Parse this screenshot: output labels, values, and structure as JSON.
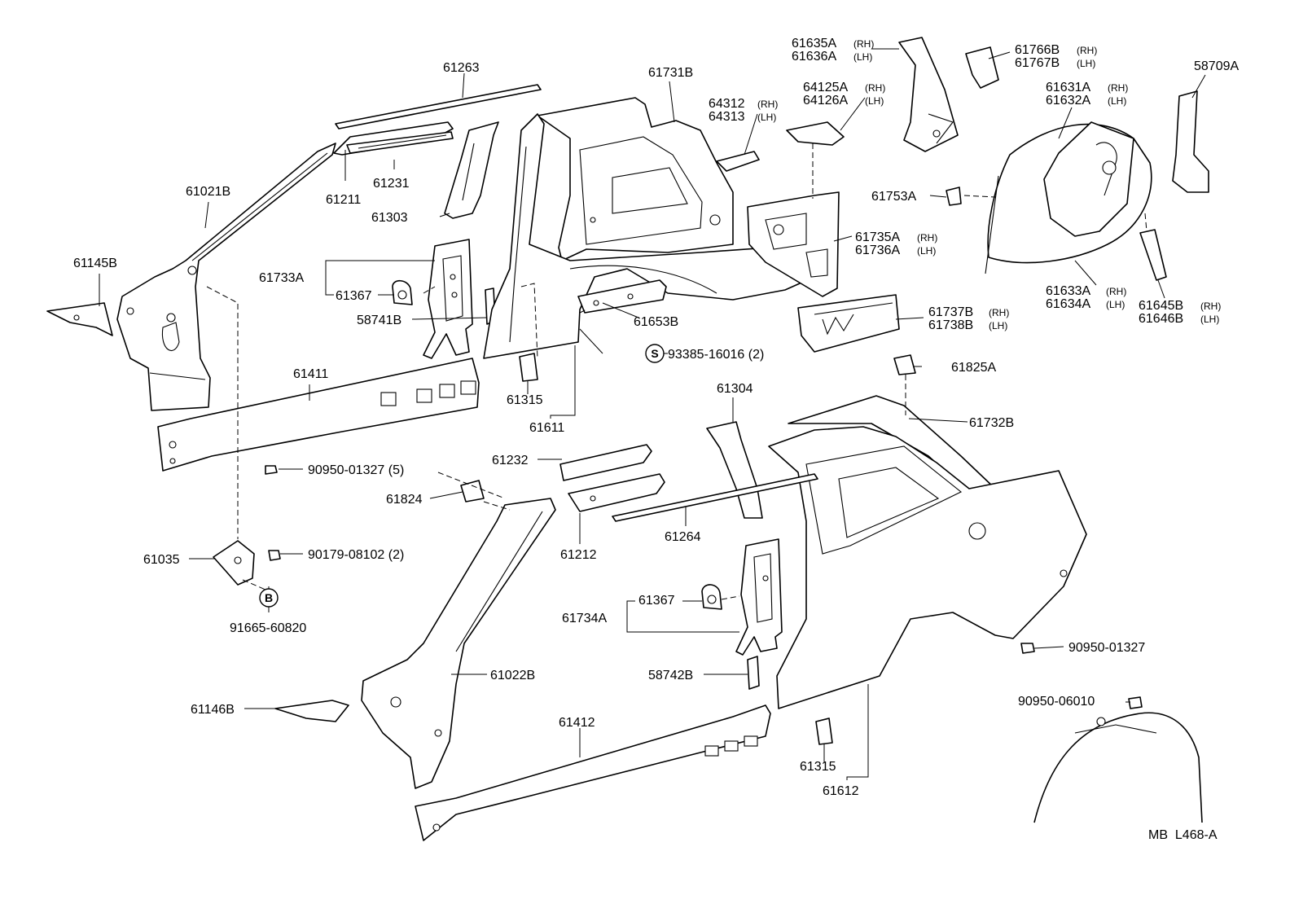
{
  "diagram": {
    "code": "MB  L468-A",
    "symbols": {
      "s": "S",
      "b": "B"
    },
    "parts": {
      "p61263": "61263",
      "p61731B": "61731B",
      "p61635A": "61635A",
      "p61636A": "61636A",
      "p61766B": "61766B",
      "p61767B": "61767B",
      "p58709A": "58709A",
      "p64312": "64312",
      "p64313": "64313",
      "p64125A": "64125A",
      "p64126A": "64126A",
      "p61631A": "61631A",
      "p61632A": "61632A",
      "p61021B": "61021B",
      "p61211": "61211",
      "p61231": "61231",
      "p61303": "61303",
      "p61145B": "61145B",
      "p61733A": "61733A",
      "p61367a": "61367",
      "p58741B": "58741B",
      "p61653B": "61653B",
      "p61753A": "61753A",
      "p61735A": "61735A",
      "p61736A": "61736A",
      "p61633A": "61633A",
      "p61634A": "61634A",
      "p61645B": "61645B",
      "p61646B": "61646B",
      "p61737B": "61737B",
      "p61738B": "61738B",
      "p93385": "93385-16016 (2)",
      "p61411": "61411",
      "p61315a": "61315",
      "p61611": "61611",
      "p61825A": "61825A",
      "p61304": "61304",
      "p61732B": "61732B",
      "p90950a": "90950-01327 (5)",
      "p61232": "61232",
      "p61824": "61824",
      "p61264": "61264",
      "p61212": "61212",
      "p61035": "61035",
      "p90179": "90179-08102 (2)",
      "p91665": "91665-60820",
      "p61367b": "61367",
      "p61734A": "61734A",
      "p90950b": "90950-01327",
      "p61022B": "61022B",
      "p58742B": "58742B",
      "p90950c": "90950-06010",
      "p61146B": "61146B",
      "p61412": "61412",
      "p61315b": "61315",
      "p61612": "61612"
    },
    "sides": {
      "rh": "(RH)",
      "lh": "(LH)"
    }
  }
}
